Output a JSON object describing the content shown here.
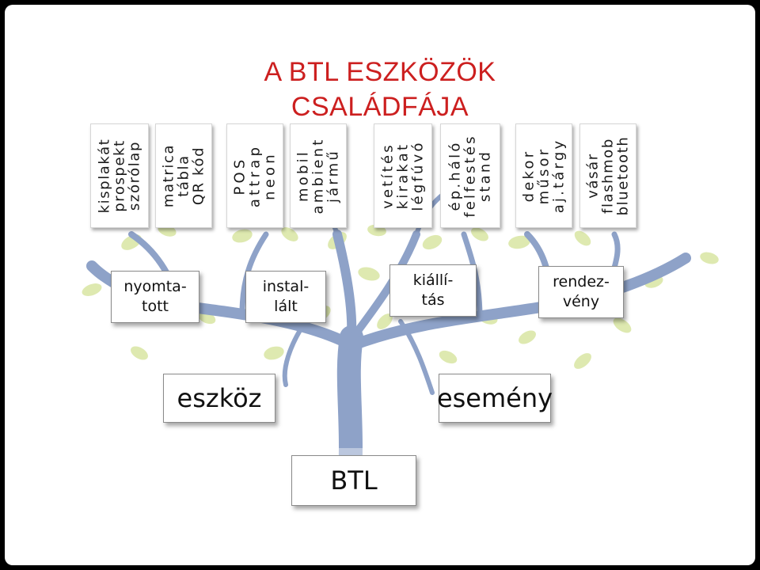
{
  "title": {
    "line1": "A BTL ESZKÖZÖK",
    "line2": "CSALÁDFÁJA"
  },
  "leaves": [
    {
      "id": "kisplakat",
      "lines": [
        "kisplakát",
        "prospekt",
        "szórólap"
      ]
    },
    {
      "id": "matrica",
      "lines": [
        "matrica",
        "tábla",
        "QR kód"
      ]
    },
    {
      "id": "pos",
      "lines": [
        "POS",
        "attrap",
        "neon"
      ]
    },
    {
      "id": "mobil",
      "lines": [
        "mobil",
        "ambient",
        "jármű"
      ]
    },
    {
      "id": "vetites",
      "lines": [
        "vetítés",
        "kirakat",
        "légfúvó"
      ]
    },
    {
      "id": "epulet",
      "lines": [
        "ép.háló",
        "felfestés",
        "stand"
      ]
    },
    {
      "id": "dekor",
      "lines": [
        "dekor",
        "műsor",
        "aj.tárgy"
      ]
    },
    {
      "id": "vasar",
      "lines": [
        "vásár",
        "flashmob",
        "bluetooth"
      ]
    }
  ],
  "branches": [
    {
      "id": "nyomtatott",
      "lines": [
        "nyomta-",
        "tott"
      ]
    },
    {
      "id": "installalt",
      "lines": [
        "instal-",
        "lált"
      ]
    },
    {
      "id": "kiallitas",
      "lines": [
        "kiállí-",
        "tás"
      ]
    },
    {
      "id": "rendezveny",
      "lines": [
        "rendez-",
        "vény"
      ]
    }
  ],
  "trunk": {
    "eszkoz": "eszköz",
    "esemeny": "esemény",
    "root": "BTL"
  },
  "colors": {
    "title": "#cc1f1f",
    "tree": "#8ea2c8",
    "foliage": "#d9e6a3",
    "background": "#000000"
  }
}
